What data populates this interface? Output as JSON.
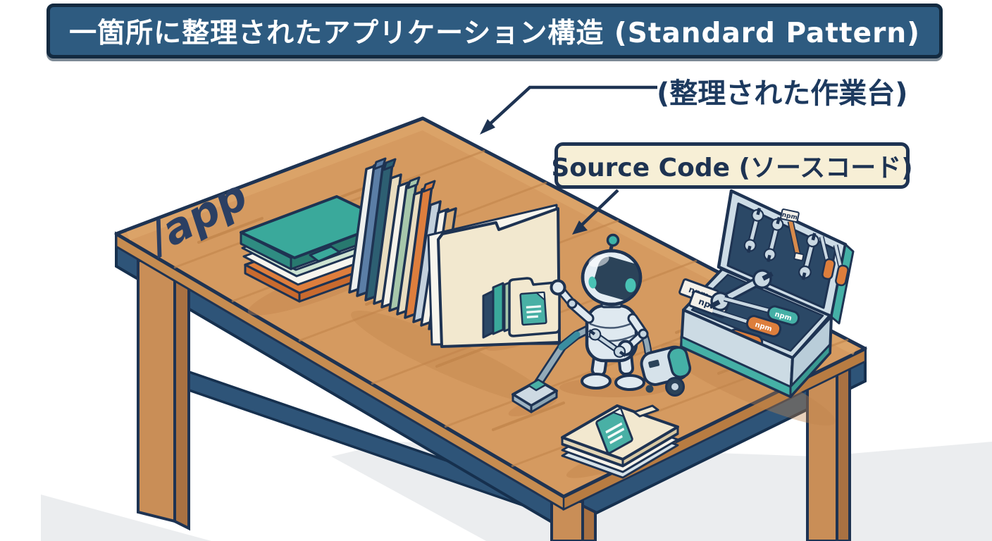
{
  "banner": {
    "title": "一箇所に整理されたアプリケーション構造 (Standard Pattern)"
  },
  "callouts": {
    "workbench_note": "(整理された作業台)",
    "source_code_label": "Source Code (ソースコード)"
  },
  "workbench": {
    "surface_label": "/app"
  },
  "toolbox": {
    "npm_label": "npm"
  },
  "palette": {
    "banner_bg": "#2e5b80",
    "banner_border": "#132a40",
    "outline_navy": "#1e3352",
    "wood": "#d59a60",
    "wood_side": "#c68c50",
    "apron_blue": "#2e5478",
    "teal_folder": "#3aa99b",
    "orange_folder": "#de7e3d",
    "cream_folder": "#f2e8cf",
    "sage_folder": "#a6c7ab",
    "slate_blue_folder": "#5b7ea6",
    "dark_teal_folder": "#2d5f72",
    "label_bg": "#f7efd6",
    "robot_body": "#dfe9f0",
    "robot_visor": "#2b4359",
    "accent_teal": "#45b0a6",
    "toolbox_interior": "#2b4866",
    "floor_shadow": "#ebedef"
  }
}
